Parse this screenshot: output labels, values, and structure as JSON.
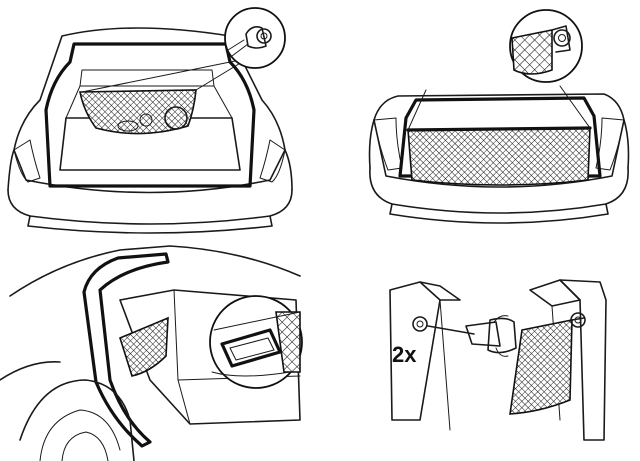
{
  "figure": {
    "panels": [
      {
        "id": "trunk-side-hooks",
        "description_icon": "hook-detail-icon"
      },
      {
        "id": "trunk-rear-hooks",
        "description_icon": "hook-detail-icon"
      },
      {
        "id": "side-pocket-net",
        "description_icon": "loop-detail-icon"
      },
      {
        "id": "screw-installation",
        "description_icon": "screwdriver-icon"
      }
    ],
    "quantity_label": "2x"
  },
  "colors": {
    "ink": "#1a1a1a",
    "background": "#ffffff"
  }
}
